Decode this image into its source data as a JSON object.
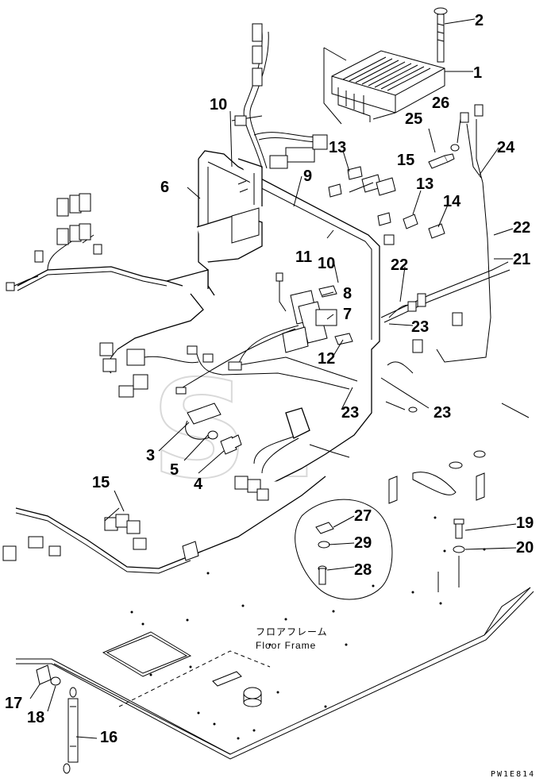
{
  "diagram": {
    "floor_label_jp": "フロアフレーム",
    "floor_label_en": "Floor Frame",
    "drawing_ref": "PW1E814",
    "watermark": "ST",
    "callouts": [
      "1",
      "2",
      "3",
      "4",
      "5",
      "6",
      "7",
      "8",
      "9",
      "10",
      "10",
      "11",
      "12",
      "13",
      "13",
      "14",
      "15",
      "15",
      "16",
      "17",
      "18",
      "19",
      "20",
      "21",
      "22",
      "22",
      "23",
      "23",
      "23",
      "24",
      "25",
      "26",
      "27",
      "28",
      "29"
    ]
  }
}
